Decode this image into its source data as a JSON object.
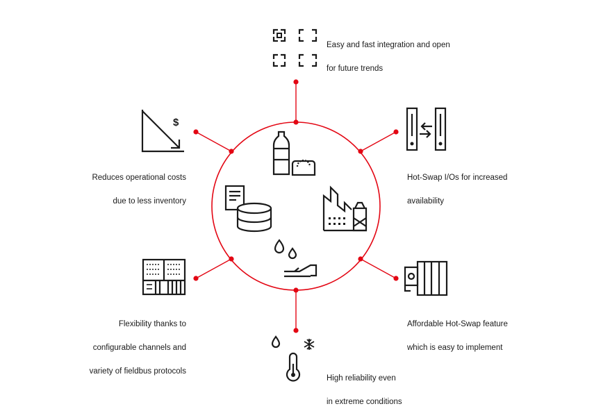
{
  "accent_color": "#e30613",
  "icon_color": "#1a1a1a",
  "features": [
    {
      "id": "integration",
      "lines": [
        "Easy and fast integration and open",
        "for future trends"
      ],
      "icon": "grid-brackets-icon"
    },
    {
      "id": "hot-swap-io",
      "lines": [
        "Hot-Swap I/Os for increased",
        "availability"
      ],
      "icon": "hot-swap-modules-icon"
    },
    {
      "id": "affordable-hot-swap",
      "lines": [
        "Affordable Hot-Swap feature",
        "which is easy to implement"
      ],
      "icon": "terminal-block-icon"
    },
    {
      "id": "reliability",
      "lines": [
        "High reliability even",
        "in extreme conditions"
      ],
      "icon": "thermometer-snowflake-icon"
    },
    {
      "id": "flexibility",
      "lines": [
        "Flexibility thanks to",
        "configurable channels and",
        "variety of fieldbus protocols"
      ],
      "icon": "io-module-icon"
    },
    {
      "id": "costs",
      "lines": [
        "Reduces operational costs",
        "due to less inventory"
      ],
      "icon": "cost-decrease-icon"
    }
  ],
  "center_icons": [
    "bottle-scale-icon",
    "factory-icon",
    "water-hand-icon",
    "database-document-icon"
  ]
}
